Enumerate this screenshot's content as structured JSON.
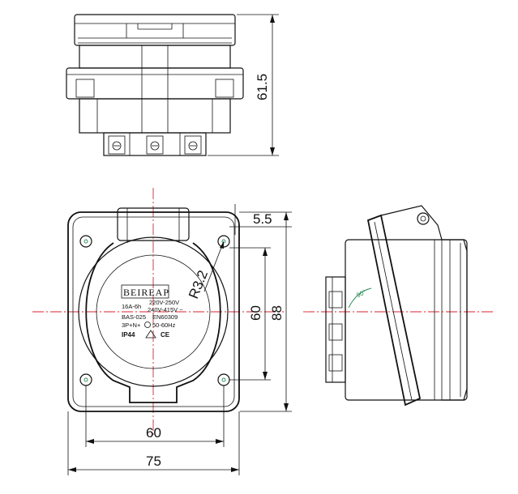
{
  "dimensions": {
    "top_height": "61.5",
    "corner_offset": "5.5",
    "corner_radius": "R3.2",
    "hole_spacing_vertical": "60",
    "total_height": "88",
    "hole_spacing_horizontal": "60",
    "total_width": "75"
  },
  "socket_label": {
    "brand": "BEIREAP",
    "line1_left": "16A-6h",
    "line1_right": "220V-250V",
    "line2": "240V-415V ~",
    "line3_left": "BAS-025",
    "line3_right": "EN60309",
    "line4_left": "3P+N+",
    "line4_right": "50-60Hz",
    "ip_rating": "IP44",
    "ce_mark": "CE"
  },
  "side_view": {
    "angle_label": "90°"
  }
}
